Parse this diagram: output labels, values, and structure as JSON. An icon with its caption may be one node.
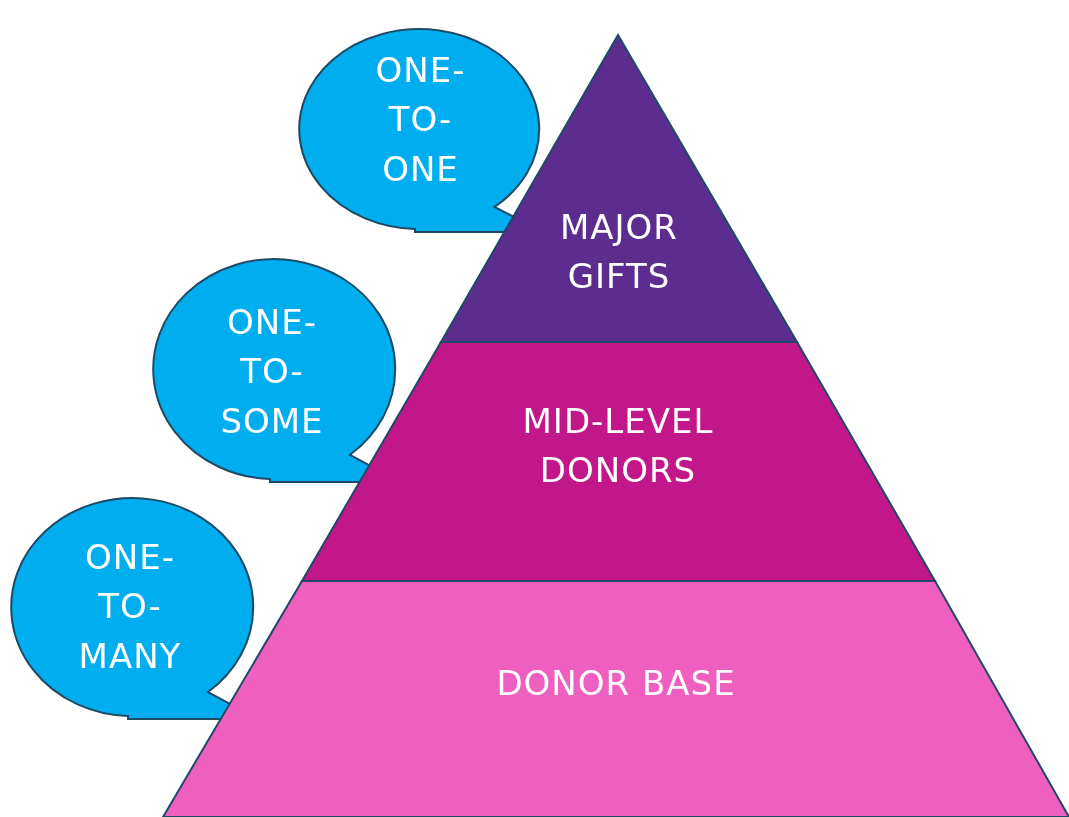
{
  "diagram": {
    "nodes": [
      {
        "text": [
          "ONE-TO-ONE"
        ]
      },
      {
        "text": [
          "MAJOR GIFTS"
        ]
      },
      {
        "text": [
          "ONE-TO-SOME"
        ]
      },
      {
        "text": [
          "MID-LEVEL DONORS"
        ]
      },
      {
        "text": [
          "ONE-TO-MANY"
        ]
      },
      {
        "text": [
          "DONOR BASE"
        ]
      }
    ]
  }
}
